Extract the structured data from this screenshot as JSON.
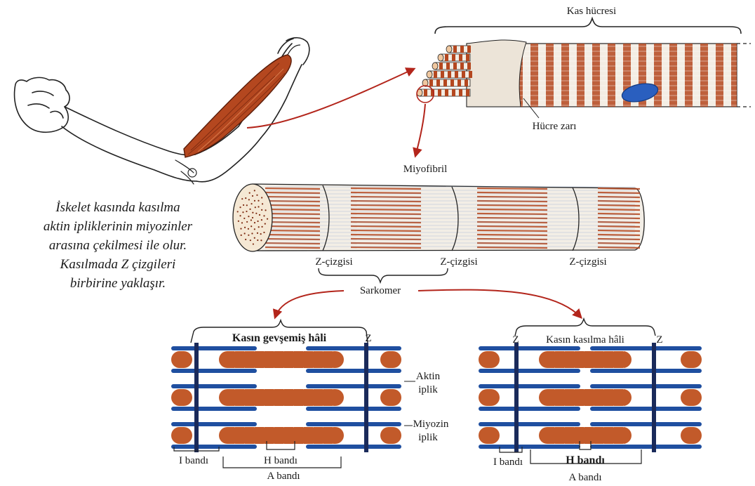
{
  "colors": {
    "muscle": "#b4471f",
    "muscle_dark": "#7d2a10",
    "actin": "#1f4fa0",
    "myosin": "#c25a2a",
    "nucleus": "#2a5fbf",
    "arrow": "#b3251b",
    "outline": "#222222"
  },
  "labels": {
    "cell": "Kas hücresi",
    "membrane": "Hücre zarı",
    "myofibril": "Miyofibril",
    "z_line": "Z-çizgisi",
    "sarcomere": "Sarkomer",
    "relaxed": "Kasın gevşemiş hâli",
    "contracted": "Kasın kasılma hâli",
    "z": "Z",
    "actin_1": "Aktin",
    "actin_2": "iplik",
    "myosin_1": "Miyozin",
    "myosin_2": "iplik",
    "i_band": "I bandı",
    "h_band": "H bandı",
    "a_band": "A bandı"
  },
  "caption": [
    "İskelet kasında kasılma",
    "aktin ipliklerinin miyozinler",
    "arasına çekilmesi ile olur.",
    "Kasılmada  Z  çizgileri",
    "birbirine yaklaşır."
  ],
  "icons": {
    "arm": "arm-with-biceps-icon",
    "nucleus": "cell-nucleus-icon"
  }
}
